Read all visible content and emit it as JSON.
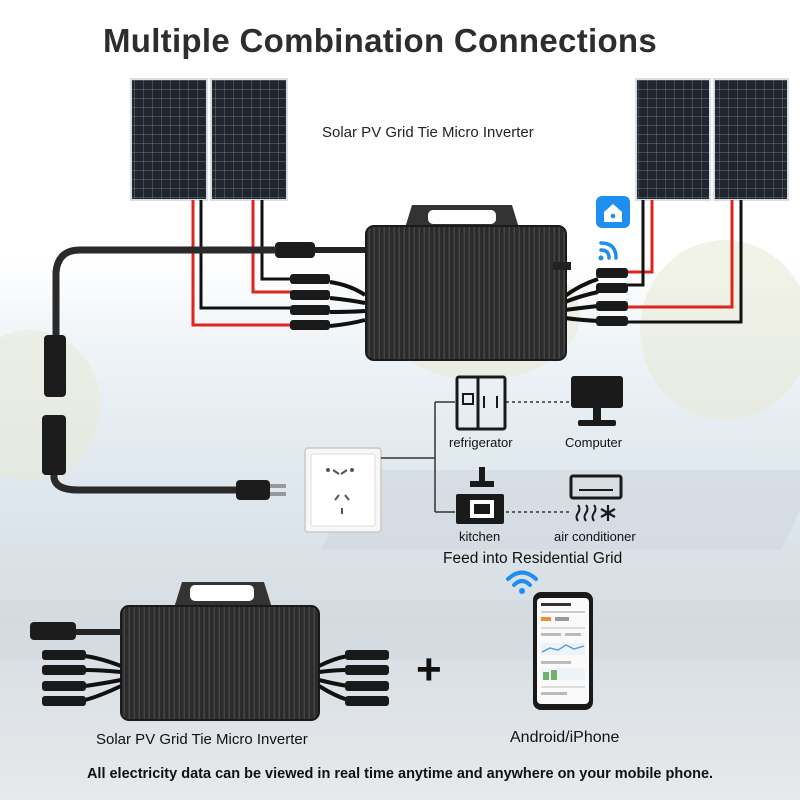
{
  "title": "Multiple Combination Connections",
  "labels": {
    "inverter_top": "Solar PV Grid Tie Micro Inverter",
    "inverter_bottom": "Solar PV Grid Tie Micro Inverter",
    "feed_grid": "Feed into Residential Grid",
    "phone": "Android/iPhone",
    "footer": "All electricity data can be viewed in real time anytime and anywhere on your mobile phone."
  },
  "appliances": [
    {
      "name": "refrigerator",
      "icon": "refrigerator-icon"
    },
    {
      "name": "Computer",
      "icon": "computer-icon"
    },
    {
      "name": "kitchen",
      "icon": "kitchen-icon"
    },
    {
      "name": "air conditioner",
      "icon": "air-conditioner-icon"
    }
  ],
  "plus_sign": "+",
  "colors": {
    "panel": "#20252e",
    "panel_grid": "#6b7585",
    "inverter": "#2a2a2a",
    "wire_red": "#e0241b",
    "wire_black": "#111111",
    "smart_app": "#1f8ef1"
  }
}
